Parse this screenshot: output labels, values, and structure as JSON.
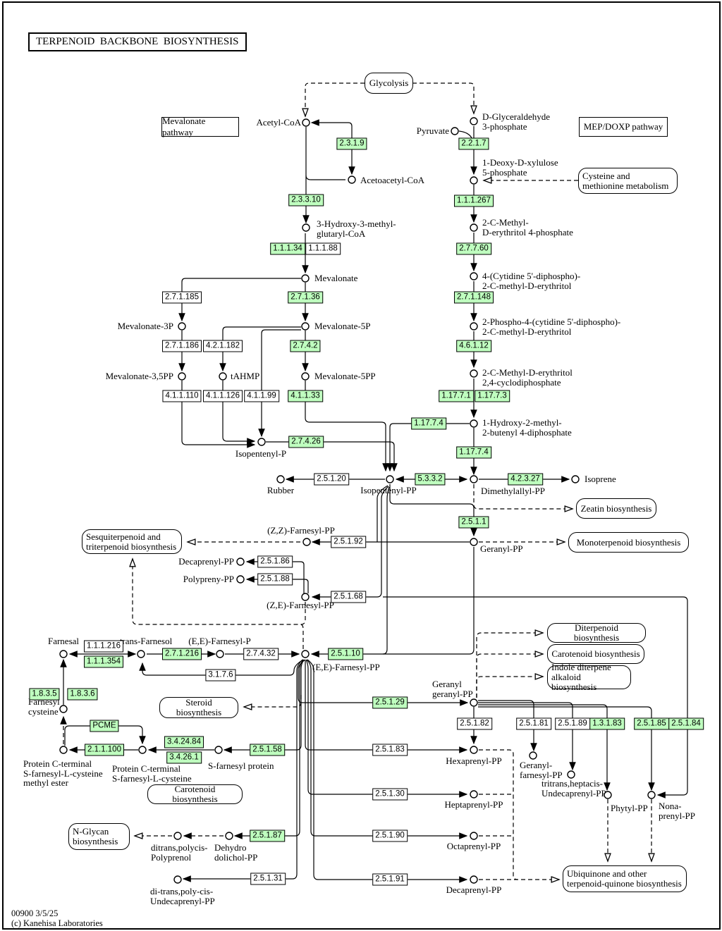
{
  "title": "TERPENOID  BACKBONE  BIOSYNTHESIS",
  "footer": "00900 3/5/25\n(c) Kanehisa Laboratories",
  "regions": [
    "Mevalonate pathway",
    "MEP/DOXP pathway"
  ],
  "links": [
    "Glycolysis",
    "Cysteine and\nmethionine metabolism",
    "Zeatin biosynthesis",
    "Monoterpenoid biosynthesis",
    "Sesquiterpenoid and\ntriterpenoid biosynthesis",
    "Diterpenoid biosynthesis",
    "Carotenoid biosynthesis",
    "Indole diterpene\nalkaloid biosynthesis",
    "Steroid biosynthesis",
    "Carotenoid biosynthesis",
    "N-Glycan\nbiosynthesis",
    "Ubiquinone and other\nterpenoid-quinone biosynthesis"
  ],
  "ec": [
    "2.3.1.9",
    "2.3.3.10",
    "1.1.1.34",
    "1.1.1.88",
    "2.2.1.7",
    "1.1.1.267",
    "2.7.7.60",
    "2.7.1.185",
    "2.7.1.36",
    "2.7.1.148",
    "2.7.1.186",
    "4.2.1.182",
    "2.7.4.2",
    "4.6.1.12",
    "4.1.1.110",
    "4.1.1.126",
    "4.1.1.99",
    "4.1.1.33",
    "1.17.7.1",
    "1.17.7.3",
    "1.17.7.4",
    "2.7.4.26",
    "1.17.7.4",
    "2.5.1.20",
    "5.3.3.2",
    "4.2.3.27",
    "2.5.1.1",
    "2.5.1.92",
    "2.5.1.86",
    "2.5.1.88",
    "2.5.1.68",
    "1.1.1.216",
    "1.1.1.354",
    "2.7.1.216",
    "2.7.4.32",
    "2.5.1.10",
    "3.1.7.6",
    "1.8.3.5",
    "1.8.3.6",
    "2.5.1.29",
    "PCME",
    "2.5.1.82",
    "2.5.1.81",
    "2.5.1.89",
    "1.3.1.83",
    "2.5.1.85",
    "2.5.1.84",
    "3.4.24.84",
    "3.4.26.1",
    "2.1.1.100",
    "2.5.1.58",
    "2.5.1.83",
    "2.5.1.30",
    "2.5.1.87",
    "2.5.1.90",
    "2.5.1.31",
    "2.5.1.91"
  ],
  "met": [
    "Acetyl-CoA",
    "Pyruvate",
    "D-Glyceraldehyde\n3-phosphate",
    "Acetoacetyl-CoA",
    "1-Deoxy-D-xylulose\n5-phosphate",
    "3-Hydroxy-3-methyl-\nglutaryl-CoA",
    "2-C-Methyl-\nD-erythritol 4-phosphate",
    "Mevalonate",
    "4-(Cytidine 5'-diphospho)-\n2-C-methyl-D-erythritol",
    "Mevalonate-3P",
    "Mevalonate-5P",
    "2-Phospho-4-(cytidine 5'-diphospho)-\n2-C-methyl-D-erythritol",
    "Mevalonate-3,5PP",
    "tAHMP",
    "Mevalonate-5PP",
    "2-C-Methyl-D-erythritol\n2,4-cyclodiphosphate",
    "1-Hydroxy-2-methyl-\n2-butenyl 4-diphosphate",
    "Isopentenyl-P",
    "Rubber",
    "Isopentenyl-PP",
    "Dimethylallyl-PP",
    "Isoprene",
    "Geranyl-PP",
    "(Z,Z)-Farnesyl-PP",
    "Decaprenyl-PP",
    "Polypreny-PP",
    "(Z,E)-Farnesyl-PP",
    "Farnesal",
    "trans-Farnesol",
    "(E,E)-Farnesyl-P",
    "(E,E)-Farnesyl-PP",
    "Farnesyl\ncysteine",
    "Protein C-terminal\nS-farnesyl-L-cysteine\nmethyl ester",
    "Protein C-terminal\nS-farnesyl-L-cysteine",
    "S-farnesyl protein",
    "Geranyl\ngeranyl-PP",
    "Hexaprenyl-PP",
    "Geranyl-\nfarnesyl-PP",
    "tritrans,heptacis-\nUndecaprenyl-PP",
    "Heptaprenyl-PP",
    "Phytyl-PP",
    "Nona-\nprenyl-PP",
    "Octaprenyl-PP",
    "Decaprenyl-PP",
    "ditrans,polycis-\nPolyprenol",
    "Dehydro\ndolichol-PP",
    "di-trans,poly-cis-\nUndecaprenyl-PP"
  ]
}
